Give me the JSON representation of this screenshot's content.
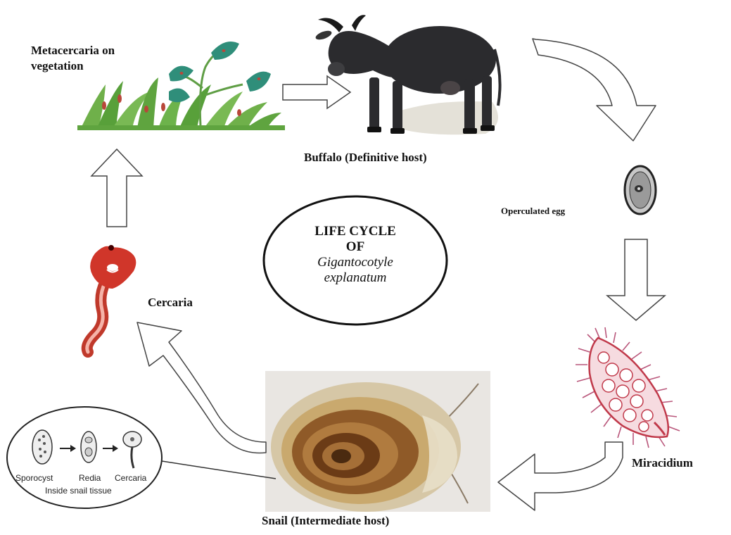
{
  "center": {
    "line1": "LIFE CYCLE",
    "line2": "OF",
    "line3": "Gigantocotyle",
    "line4": "explanatum"
  },
  "stages": {
    "metacercaria_line1": "Metacercaria on",
    "metacercaria_line2": "vegetation",
    "buffalo": "Buffalo (Definitive host)",
    "egg": "Operculated egg",
    "miracidium": "Miracidium",
    "snail": "Snail (Intermediate host)",
    "cercaria": "Cercaria"
  },
  "inset": {
    "sporocyst": "Sporocyst",
    "redia": "Redia",
    "cercaria": "Cercaria",
    "caption": "Inside snail tissue"
  }
}
